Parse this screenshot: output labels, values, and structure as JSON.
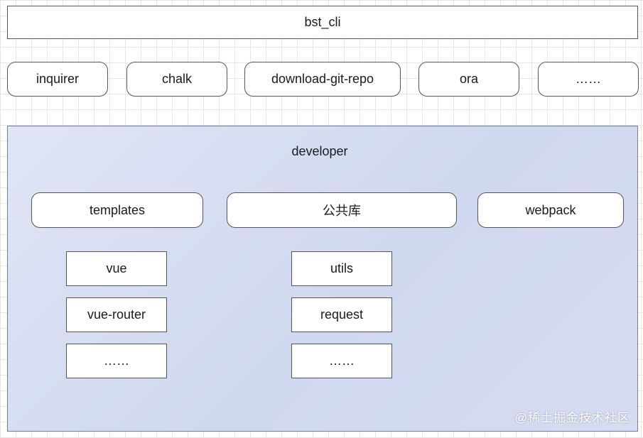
{
  "title": "bst_cli",
  "dependencies": [
    {
      "label": "inquirer"
    },
    {
      "label": "chalk"
    },
    {
      "label": "download-git-repo"
    },
    {
      "label": "ora"
    },
    {
      "label": "……"
    }
  ],
  "developer": {
    "title": "developer",
    "groups": [
      {
        "label": "templates",
        "items": [
          "vue",
          "vue-router",
          "……"
        ]
      },
      {
        "label": "公共库",
        "items": [
          "utils",
          "request",
          "……"
        ]
      },
      {
        "label": "webpack",
        "items": []
      }
    ]
  },
  "watermark": "@稀土掘金技术社区"
}
